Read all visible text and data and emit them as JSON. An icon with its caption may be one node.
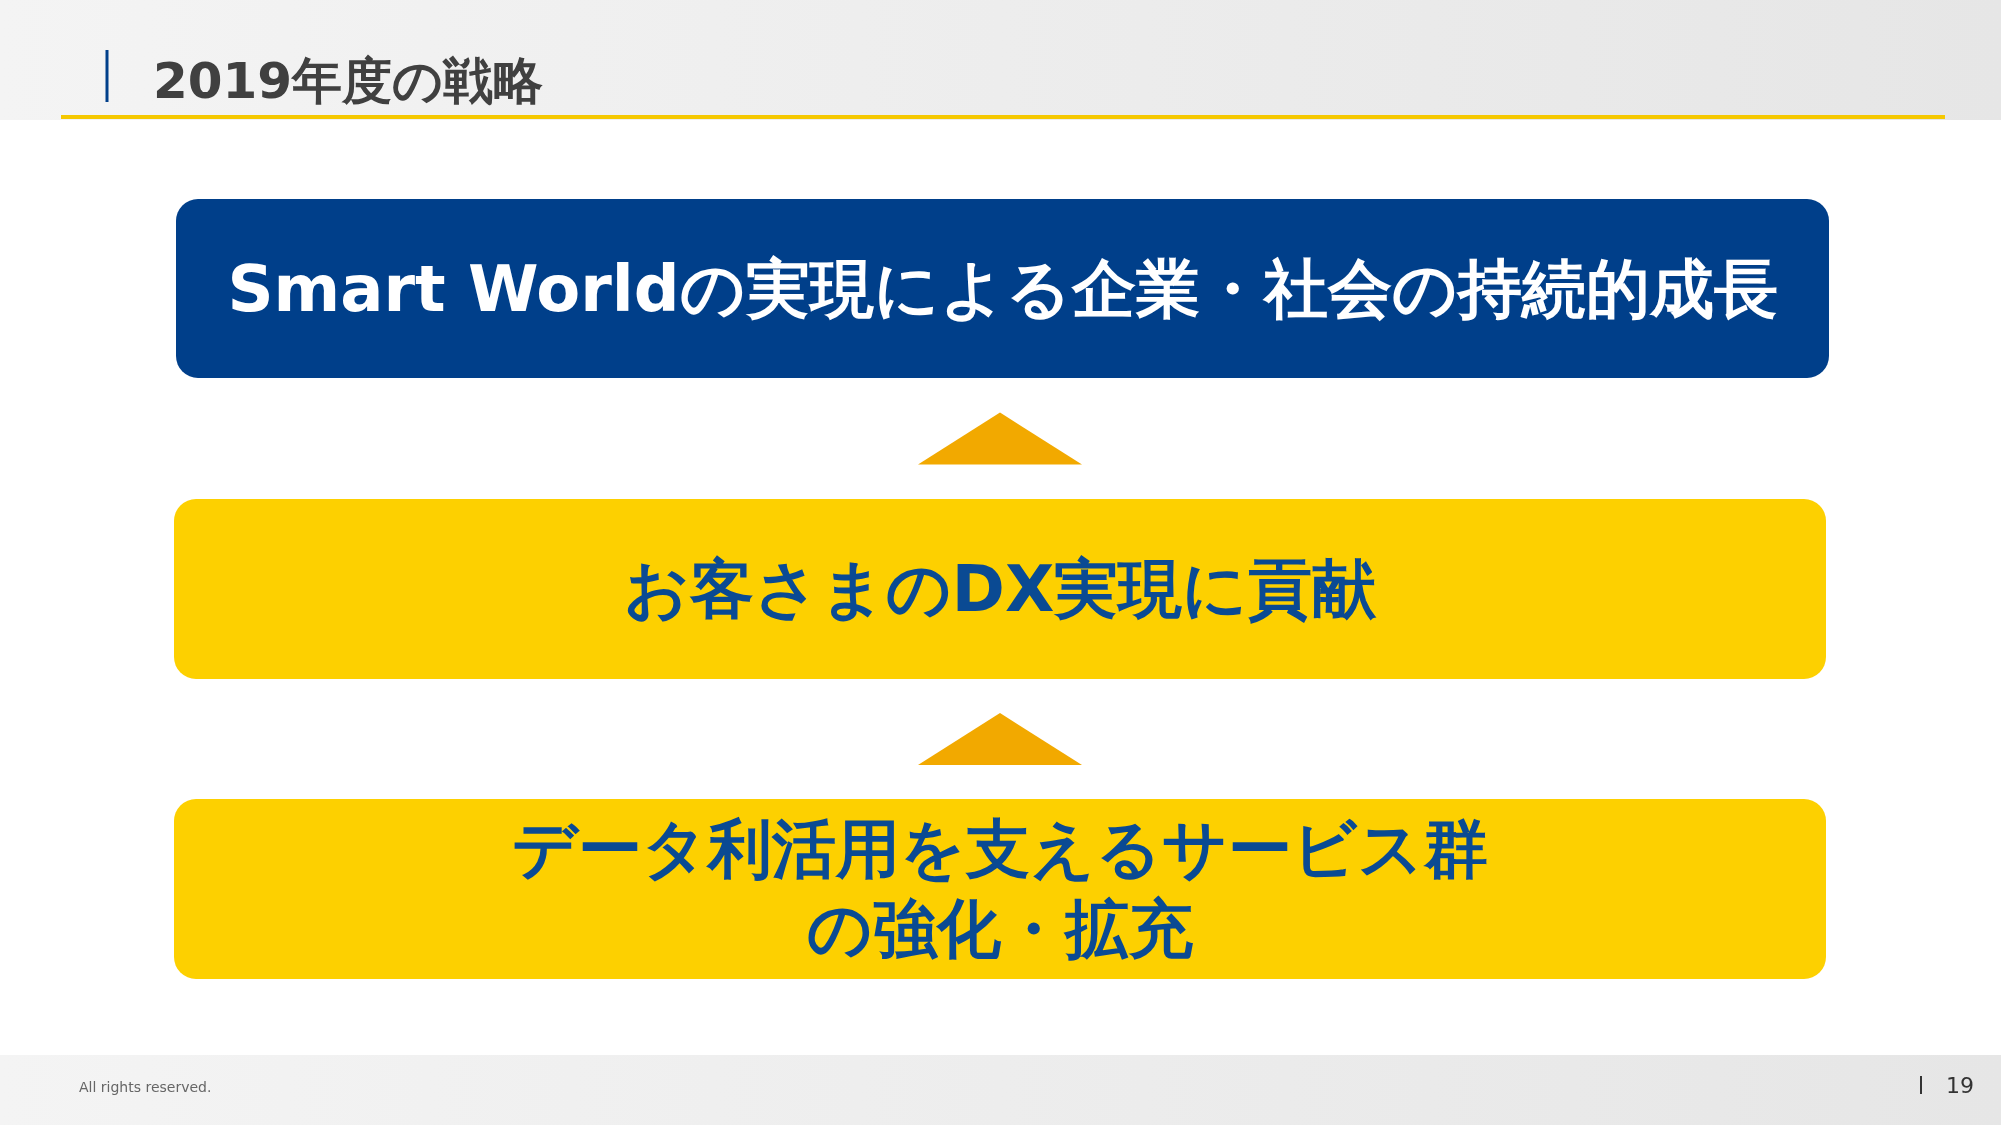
{
  "diagram": {
    "title": "2019年度の戦略",
    "nodes": [
      {
        "text": [
          "Smart Worldの実現による企業・社会の持続的成長"
        ]
      },
      {
        "text": [
          "お客さまのDX実現に貢献"
        ]
      },
      {
        "text": [
          "データ利活用を支えるサービス群の強化・拡充"
        ]
      }
    ],
    "edges": [
      {
        "from": 1,
        "to": 0,
        "arrow": "to"
      },
      {
        "from": 2,
        "to": 1,
        "arrow": "to"
      }
    ],
    "labels": [
      "All rights reserved.",
      "19"
    ]
  }
}
